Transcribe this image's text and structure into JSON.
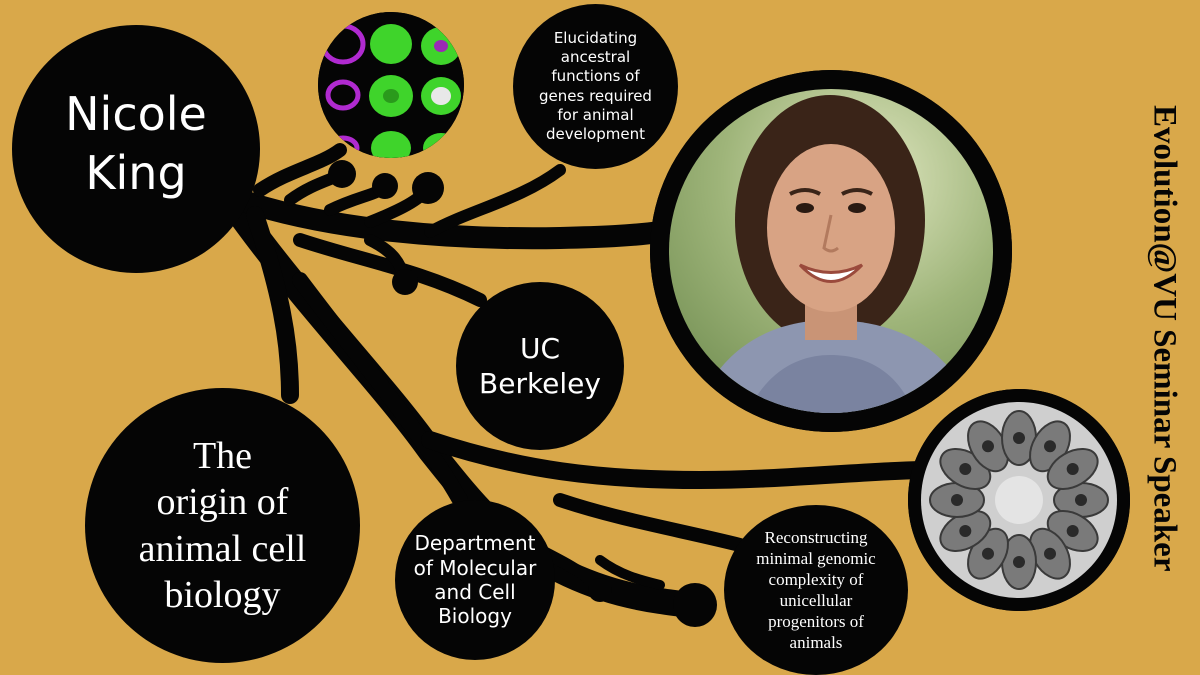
{
  "speaker": {
    "name": "Nicole\nKing"
  },
  "talk": {
    "title": "The\norigin of\nanimal cell\nbiology"
  },
  "bubbles": {
    "genes": "Elucidating\nancestral\nfunctions of\ngenes required\nfor animal\ndevelopment",
    "institution": "UC\nBerkeley",
    "department": "Department\nof Molecular\nand Cell\nBiology",
    "reconstructing": "Reconstructing\nminimal genomic\ncomplexity of\nunicellular\nprogenitors of\nanimals"
  },
  "series": {
    "title": "Evolution@VU Seminar Speaker"
  },
  "colors": {
    "background": "#d9a84a",
    "ink": "#050505",
    "text": "#ffffff",
    "fluor_green": "#3fd42b",
    "fluor_magenta": "#b02ad0"
  },
  "images": {
    "photo": "speaker-portrait",
    "micrograph": "fluorescent-cell-micrograph",
    "em": "electron-micrograph-rosette"
  }
}
